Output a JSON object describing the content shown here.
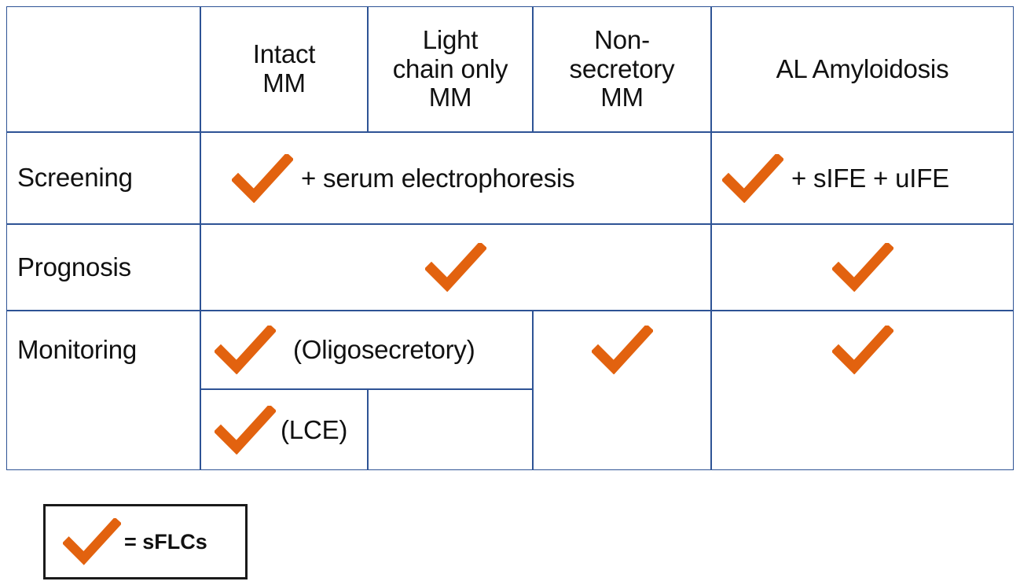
{
  "table": {
    "border_color": "#2E5395",
    "check_color": "#E2620F",
    "corner_header": "",
    "column_headers": [
      "Intact\nMM",
      "Light\nchain only\nMM",
      "Non-\nsecretory\nMM",
      "AL  Amyloidosis"
    ],
    "row_labels": [
      "Screening",
      "Prognosis",
      "Monitoring"
    ],
    "cells": {
      "screening_merged": {
        "check": "check-icon",
        "label": "+ serum electrophoresis"
      },
      "screening_amyloid": {
        "check": "check-icon",
        "label": "+ sIFE + uIFE"
      },
      "prognosis_merged": {
        "check": "check-icon",
        "label": ""
      },
      "prognosis_amyloid": {
        "check": "check-icon",
        "label": ""
      },
      "monitoring_oligo": {
        "check": "check-icon",
        "label": "(Oligosecretory)"
      },
      "monitoring_lce": {
        "check": "check-icon",
        "label": "(LCE)"
      },
      "monitoring_lightchain_empty": {
        "check": "",
        "label": ""
      },
      "monitoring_nonsecretory": {
        "check": "check-icon",
        "label": ""
      },
      "monitoring_amyloid": {
        "check": "check-icon",
        "label": ""
      }
    }
  },
  "legend": {
    "check": "check-icon",
    "text": "= sFLCs",
    "border_color": "#1a1a1a"
  }
}
